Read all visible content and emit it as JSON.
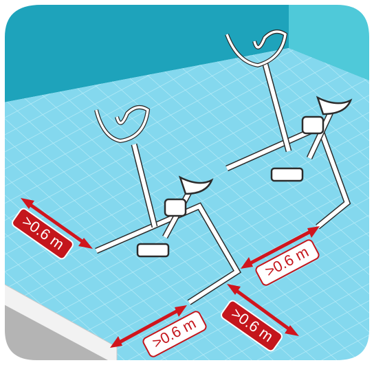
{
  "colors": {
    "wall": "#1ea3bb",
    "wall_light": "#4fc9d9",
    "floor": "#84d8ee",
    "floor_grid": "#b8ecf8",
    "deck": "#f2f2f2",
    "frame": "#ffffff",
    "frame_stroke": "#2b2b2b",
    "arrow": "#d0151d",
    "label_bg": "#ffffff",
    "label_text": "#c4161c"
  },
  "scene": {
    "subject": "aqua-bike-icon",
    "bike_count": 2
  },
  "labels": [
    {
      "key": "left_wall",
      "text": ">0.6 m"
    },
    {
      "key": "between_bikes",
      "text": ">0.6 m"
    },
    {
      "key": "front_left",
      "text": ">0.6 m"
    },
    {
      "key": "front_right",
      "text": ">0.6 m"
    }
  ]
}
